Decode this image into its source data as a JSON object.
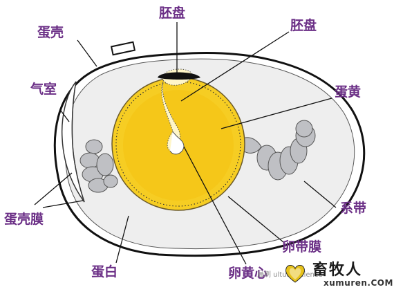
{
  "labels": {
    "embryo_top": "胚盘",
    "embryo_right": "胚盘",
    "shell": "蛋壳",
    "air_cell": "气室",
    "yolk": "蛋黄",
    "chalaza": "系带",
    "shell_membrane": "蛋壳膜",
    "albumen": "蛋白",
    "chalaziferous_membrane": "卵带膜",
    "latebra": "卵黄心"
  },
  "watermark": {
    "source": "晨刷 ulture Science",
    "brand": "畜牧人",
    "site": "xumuren.COM"
  },
  "colors": {
    "label_text": "#6b2f86",
    "shell_outline": "#111111",
    "albumen_fill": "#eeeeee",
    "yolk_fill": "#f6cd23",
    "chalaza_fill": "#bfc0c4",
    "heart_accent": "#e7c21a",
    "site_accent": "#d93a2a"
  }
}
